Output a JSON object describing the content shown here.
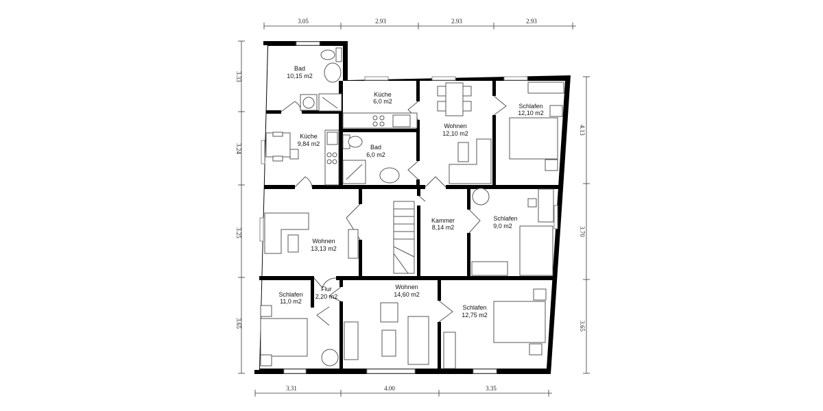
{
  "rooms": {
    "bad1": {
      "name": "Bad",
      "area": "10,15 m2"
    },
    "kueche1": {
      "name": "Küche",
      "area": "9,84 m2"
    },
    "kueche2": {
      "name": "Küche",
      "area": "6,0 m2"
    },
    "bad2": {
      "name": "Bad",
      "area": "6,0 m2"
    },
    "wohnen1": {
      "name": "Wohnen",
      "area": "12,10 m2"
    },
    "schlafen1": {
      "name": "Schlafen",
      "area": "12,10 m2"
    },
    "wohnen2": {
      "name": "Wohnen",
      "area": "13,13  m2"
    },
    "kammer": {
      "name": "Kammer",
      "area": "8,14 m2"
    },
    "schlafen2": {
      "name": "Schlafen",
      "area": "9,0 m2"
    },
    "schlafen3": {
      "name": "Schlafen",
      "area": "11,0 m2"
    },
    "flur": {
      "name": "Flur",
      "area": "2,20 m2"
    },
    "wohnen3": {
      "name": "Wohnen",
      "area": "14,60 m2"
    },
    "schlafen4": {
      "name": "Schlafen",
      "area": "12,75 m2"
    }
  },
  "dimensions": {
    "top": [
      "3.05",
      "2.93",
      "2.93",
      "2.93"
    ],
    "left": [
      "3.33",
      "3.24",
      "3.25",
      "3.65"
    ],
    "right": [
      "4.13",
      "3.70",
      "3.65"
    ],
    "bottom": [
      "3.31",
      "4.00",
      "3.35"
    ]
  }
}
